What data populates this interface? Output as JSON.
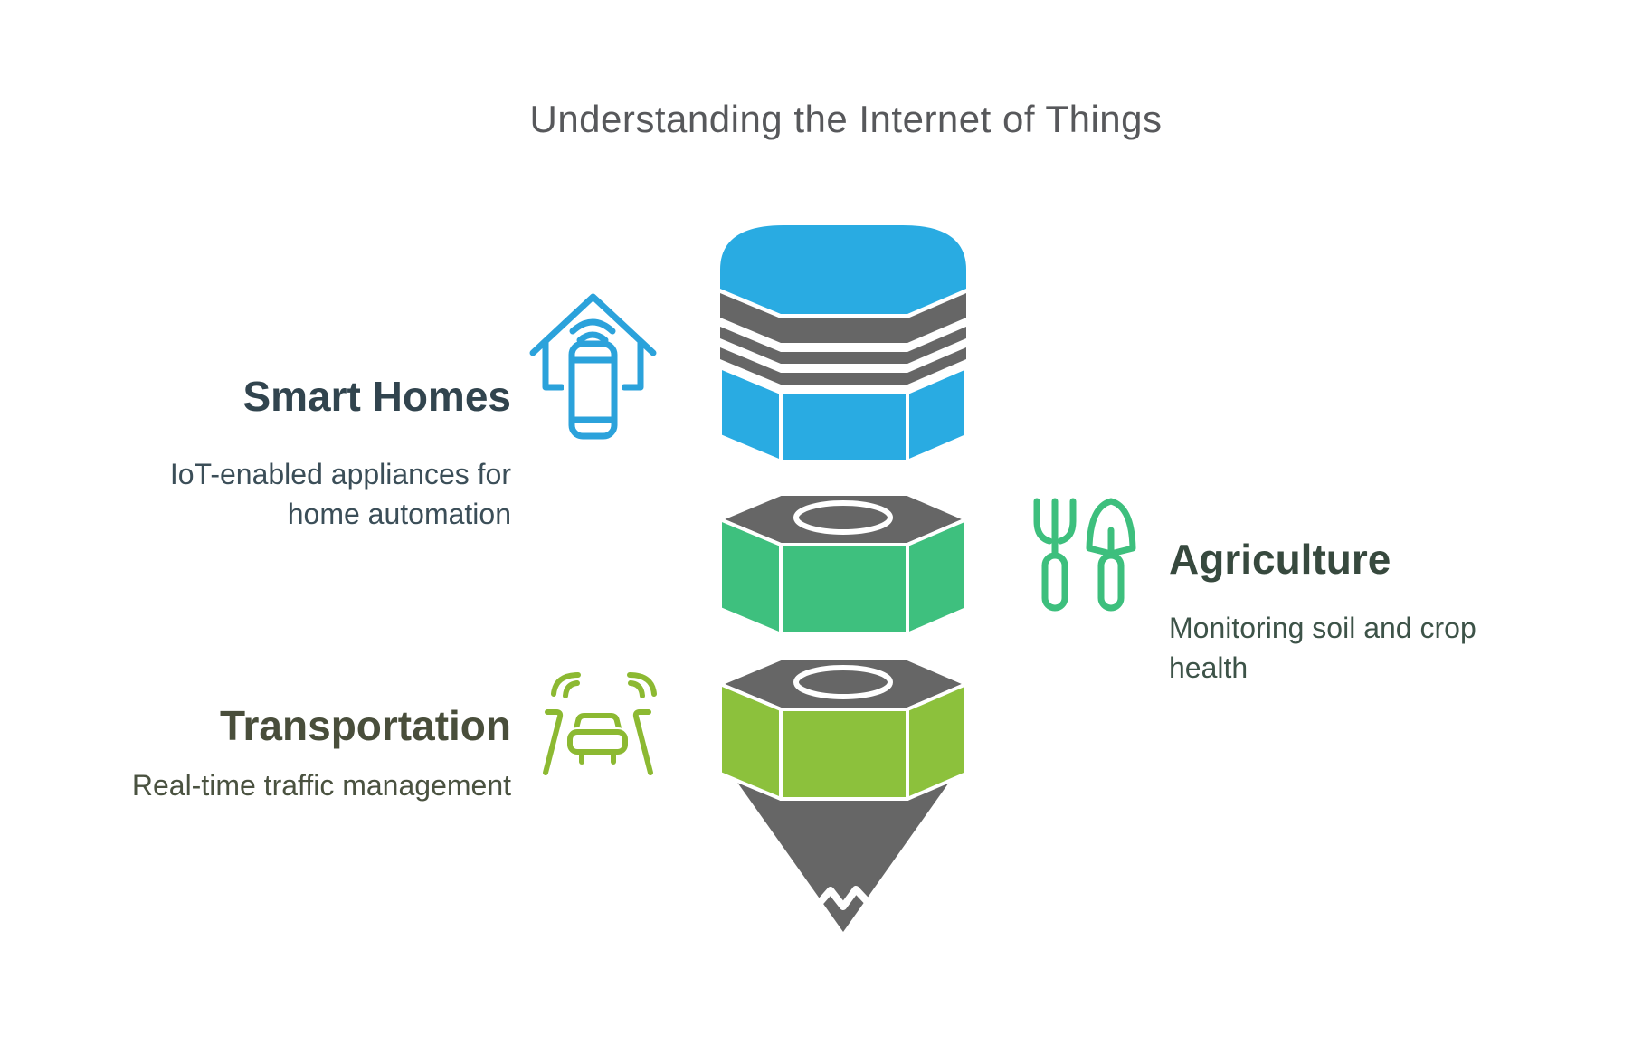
{
  "title": "Understanding the Internet of Things",
  "title_color": "#57585B",
  "pencil": {
    "cap_color": "#29ABE2",
    "ferrule_color": "#666666",
    "blue_segment_color": "#29ABE2",
    "green_segment_color": "#3EC07E",
    "lime_segment_color": "#8CC13C",
    "tip_color": "#666666",
    "top_face_color": "#666666"
  },
  "sections": {
    "smart_homes": {
      "heading": "Smart Homes",
      "description_lines": [
        "IoT-enabled appliances for",
        "home automation"
      ],
      "accent": "#2BA2DB",
      "heading_color": "#31444E",
      "body_color": "#3B4E58"
    },
    "agriculture": {
      "heading": "Agriculture",
      "description_lines": [
        "Monitoring soil and crop",
        "health"
      ],
      "accent": "#3DBF7D",
      "heading_color": "#37493E",
      "body_color": "#3D5348"
    },
    "transportation": {
      "heading": "Transportation",
      "description_lines": [
        "Real-time traffic management",
        ""
      ],
      "accent": "#8CB932",
      "heading_color": "#494E3B",
      "body_color": "#4A5240"
    }
  }
}
